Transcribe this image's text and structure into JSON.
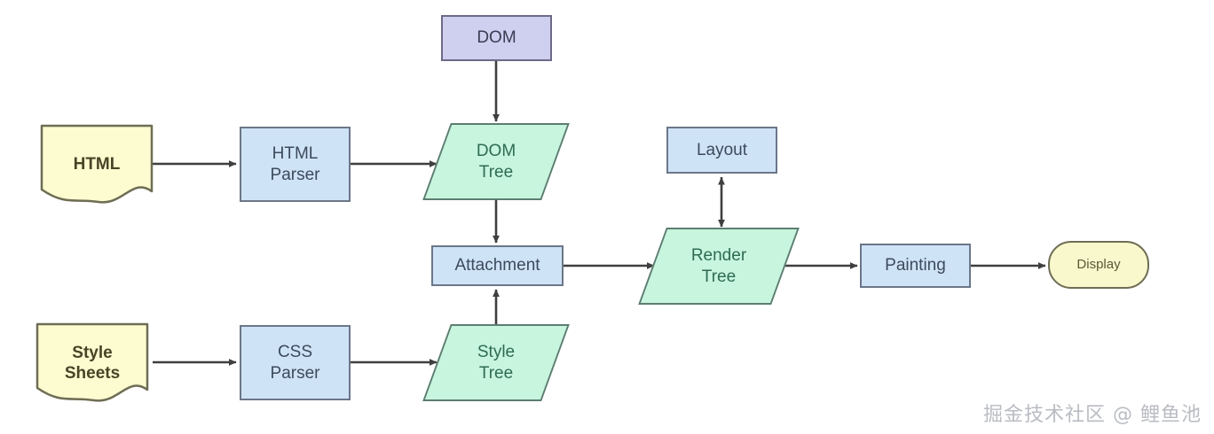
{
  "diagram": {
    "title": "Browser rendering pipeline flowchart",
    "colors": {
      "box_blue_fill": "#cfe3f7",
      "box_blue_stroke": "#6b7788",
      "box_purple_fill": "#cfcff0",
      "box_purple_stroke": "#6c6a86",
      "parallelogram_fill": "#c8f5dd",
      "parallelogram_stroke": "#5d7d72",
      "document_fill": "#fcfcd0",
      "document_stroke": "#6f6d54",
      "stadium_fill": "#f8f8cc",
      "stadium_stroke": "#6f6d54",
      "edge_stroke": "#3f3f3f",
      "background": "#ffffff",
      "watermark": "#b9bcc2"
    },
    "nodes": [
      {
        "id": "html",
        "label": "HTML",
        "shape": "document"
      },
      {
        "id": "html-parser",
        "label": "HTML\nParser",
        "shape": "rectangle"
      },
      {
        "id": "dom",
        "label": "DOM",
        "shape": "rectangle"
      },
      {
        "id": "dom-tree",
        "label": "DOM\nTree",
        "shape": "parallelogram"
      },
      {
        "id": "attachment",
        "label": "Attachment",
        "shape": "rectangle"
      },
      {
        "id": "style-sheets",
        "label": "Style\nSheets",
        "shape": "document"
      },
      {
        "id": "css-parser",
        "label": "CSS\nParser",
        "shape": "rectangle"
      },
      {
        "id": "style-tree",
        "label": "Style\nTree",
        "shape": "parallelogram"
      },
      {
        "id": "layout",
        "label": "Layout",
        "shape": "rectangle"
      },
      {
        "id": "render-tree",
        "label": "Render\nTree",
        "shape": "parallelogram"
      },
      {
        "id": "painting",
        "label": "Painting",
        "shape": "rectangle"
      },
      {
        "id": "display",
        "label": "Display",
        "shape": "stadium"
      }
    ],
    "edges": [
      {
        "from": "html",
        "to": "html-parser",
        "arrow": "single"
      },
      {
        "from": "html-parser",
        "to": "dom-tree",
        "arrow": "single"
      },
      {
        "from": "dom",
        "to": "dom-tree",
        "arrow": "single"
      },
      {
        "from": "dom-tree",
        "to": "attachment",
        "arrow": "single"
      },
      {
        "from": "style-sheets",
        "to": "css-parser",
        "arrow": "single"
      },
      {
        "from": "css-parser",
        "to": "style-tree",
        "arrow": "single"
      },
      {
        "from": "style-tree",
        "to": "attachment",
        "arrow": "single"
      },
      {
        "from": "attachment",
        "to": "render-tree",
        "arrow": "single"
      },
      {
        "from": "layout",
        "to": "render-tree",
        "arrow": "double"
      },
      {
        "from": "render-tree",
        "to": "painting",
        "arrow": "single"
      },
      {
        "from": "painting",
        "to": "display",
        "arrow": "single"
      }
    ]
  },
  "watermark": {
    "text": "掘金技术社区 @ 鲤鱼池"
  }
}
